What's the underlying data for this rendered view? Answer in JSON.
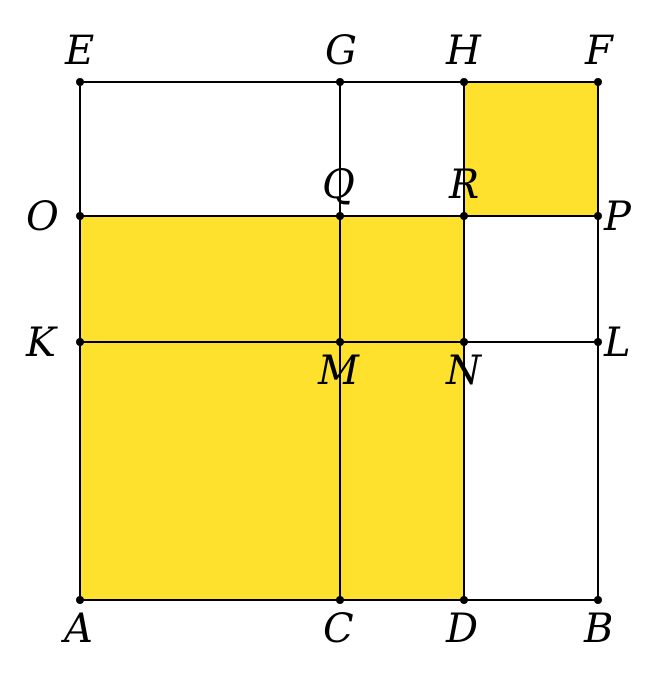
{
  "diagram": {
    "labels": {
      "E": "E",
      "G": "G",
      "H": "H",
      "F": "F",
      "O": "O",
      "Q": "Q",
      "R": "R",
      "P": "P",
      "K": "K",
      "M": "M",
      "N": "N",
      "L": "L",
      "A": "A",
      "C": "C",
      "D": "D",
      "B": "B"
    },
    "colors": {
      "shaded_region": "#fde12d",
      "lines": "#000000"
    },
    "shaded_regions": [
      "AORD",
      "HFPR"
    ]
  }
}
